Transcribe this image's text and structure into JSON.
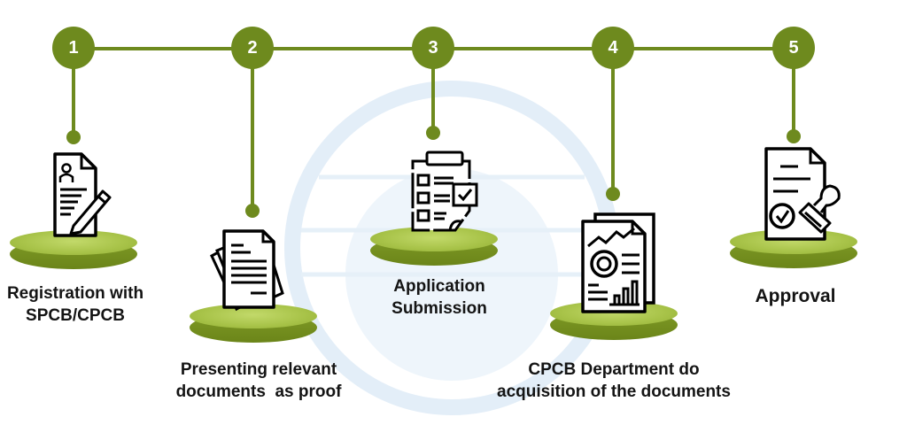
{
  "diagram": {
    "type": "process-timeline",
    "accent_color": "#6e8a1e",
    "pedestal_color": "#a9c44a",
    "steps": [
      {
        "number": "1",
        "label_line1": "Registration with",
        "label_line2": "SPCB/CPCB",
        "icon": "registration-document-pencil-icon"
      },
      {
        "number": "2",
        "label_line1": "Presenting relevant",
        "label_line2": "documents  as proof",
        "icon": "stacked-documents-icon"
      },
      {
        "number": "3",
        "label_line1": "Application",
        "label_line2": "Submission",
        "icon": "checklist-clipboard-icon"
      },
      {
        "number": "4",
        "label_line1": "CPCB Department do",
        "label_line2": "acquisition of the documents",
        "icon": "report-analytics-document-icon"
      },
      {
        "number": "5",
        "label_line1": "Approval",
        "label_line2": "",
        "icon": "approved-document-stamp-icon"
      }
    ]
  }
}
